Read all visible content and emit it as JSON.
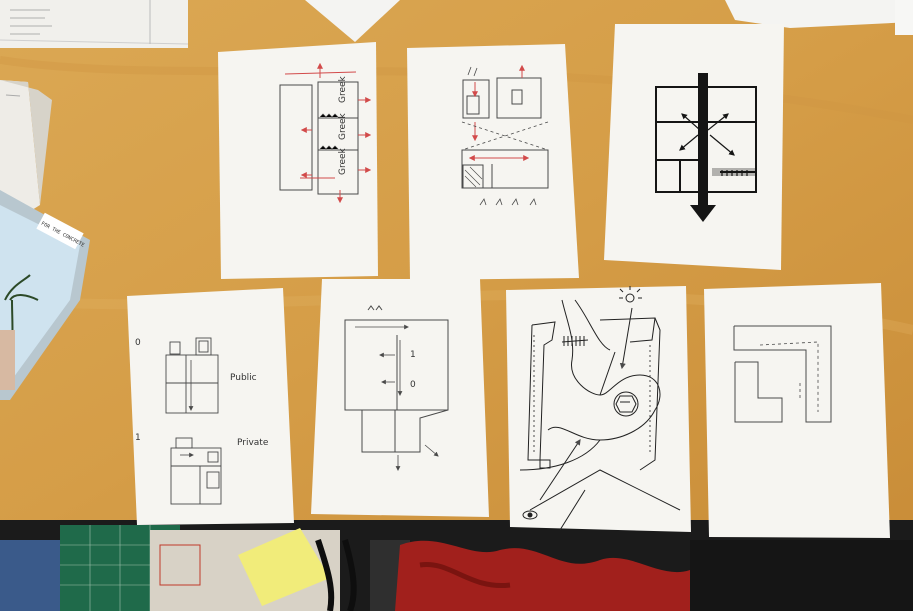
{
  "scene": {
    "kind": "photo",
    "colors": {
      "table": "#d9a24c",
      "table_dark": "#c98d38",
      "paper": "#f6f5f1",
      "pencil": "#4a4a4a",
      "red_pencil": "#d24a4a",
      "marker": "#151515",
      "sticky_note": "#f1ec7a",
      "cutting_mat": "#1f6a4a",
      "red_cloth": "#a1201c",
      "book_cover": "#cfe3ef"
    }
  },
  "sketches": [
    {
      "name": "sketch-1-zoned-strip-plan",
      "labels": [
        "Greek",
        "Greek",
        "Greek"
      ]
    },
    {
      "name": "sketch-2-two-room-plan",
      "labels": []
    },
    {
      "name": "sketch-3-marker-cross-plan",
      "labels": []
    },
    {
      "name": "sketch-4-public-private-plans",
      "labels": [
        "0",
        "Public",
        "1",
        "Private"
      ]
    },
    {
      "name": "sketch-5-flow-plan",
      "labels": [
        "1",
        "0"
      ]
    },
    {
      "name": "sketch-6-site-perspective",
      "labels": []
    },
    {
      "name": "sketch-7-l-shape-plan",
      "labels": []
    }
  ],
  "book": {
    "sticker_text": "FOR THE CONCRETE"
  }
}
